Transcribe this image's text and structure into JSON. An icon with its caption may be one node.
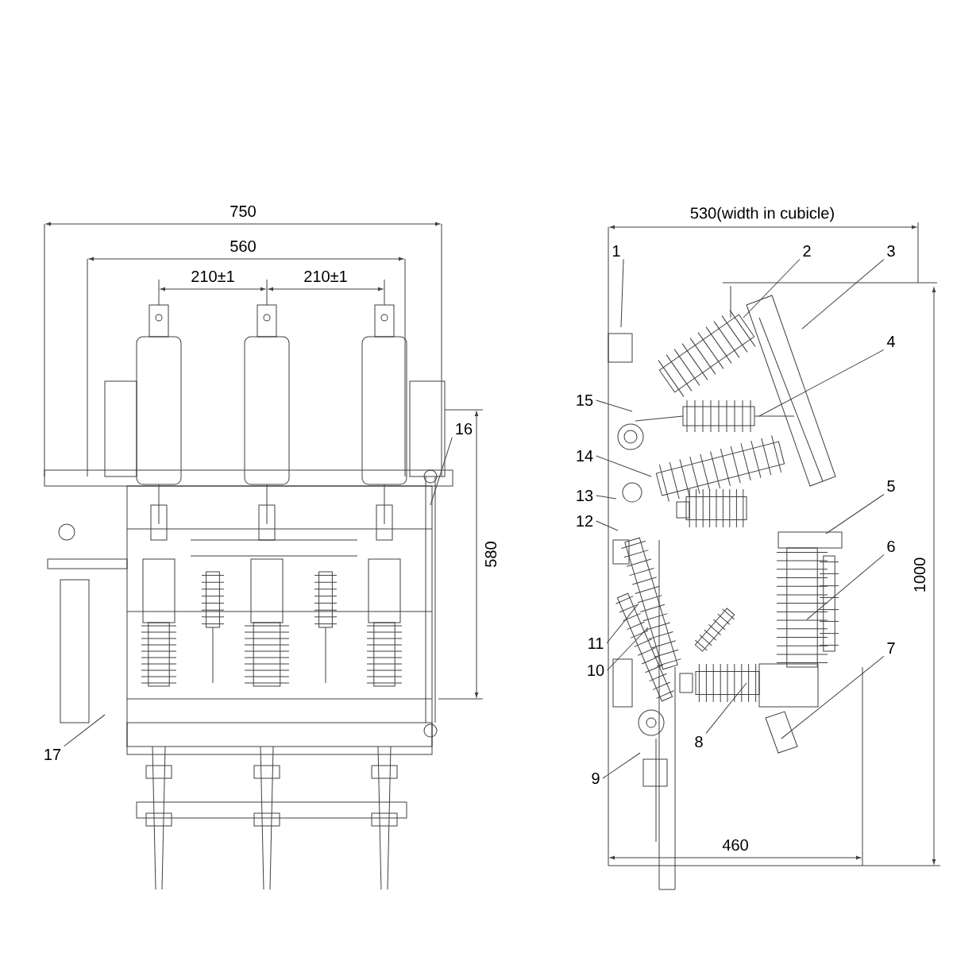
{
  "diagram": {
    "nodes": [
      {
        "text": [
          "1"
        ]
      },
      {
        "text": [
          "2"
        ]
      },
      {
        "text": [
          "3"
        ]
      },
      {
        "text": [
          "4"
        ]
      },
      {
        "text": [
          "5"
        ]
      },
      {
        "text": [
          "6"
        ]
      },
      {
        "text": [
          "7"
        ]
      },
      {
        "text": [
          "8"
        ]
      },
      {
        "text": [
          "9"
        ]
      },
      {
        "text": [
          "10"
        ]
      },
      {
        "text": [
          "11"
        ]
      },
      {
        "text": [
          "12"
        ]
      },
      {
        "text": [
          "13"
        ]
      },
      {
        "text": [
          "14"
        ]
      },
      {
        "text": [
          "15"
        ]
      },
      {
        "text": [
          "16"
        ]
      },
      {
        "text": [
          "17"
        ]
      }
    ],
    "edges": [
      {
        "from": 0,
        "to": null,
        "arrow": "none"
      },
      {
        "from": 1,
        "to": null,
        "arrow": "none"
      },
      {
        "from": 2,
        "to": null,
        "arrow": "none"
      },
      {
        "from": 3,
        "to": null,
        "arrow": "none"
      },
      {
        "from": 4,
        "to": null,
        "arrow": "none"
      },
      {
        "from": 5,
        "to": null,
        "arrow": "none"
      },
      {
        "from": 6,
        "to": null,
        "arrow": "none"
      },
      {
        "from": 7,
        "to": null,
        "arrow": "none"
      },
      {
        "from": 8,
        "to": null,
        "arrow": "none"
      },
      {
        "from": 9,
        "to": null,
        "arrow": "none"
      },
      {
        "from": 10,
        "to": null,
        "arrow": "none"
      },
      {
        "from": 11,
        "to": null,
        "arrow": "none"
      },
      {
        "from": 12,
        "to": null,
        "arrow": "none"
      },
      {
        "from": 13,
        "to": null,
        "arrow": "none"
      },
      {
        "from": 14,
        "to": null,
        "arrow": "none"
      },
      {
        "from": 15,
        "to": null,
        "arrow": "none"
      },
      {
        "from": 16,
        "to": null,
        "arrow": "none"
      }
    ],
    "labels": [
      "750",
      "560",
      "210±1",
      "210±1",
      "530(width in cubicle)",
      "580",
      "1000",
      "460"
    ]
  }
}
